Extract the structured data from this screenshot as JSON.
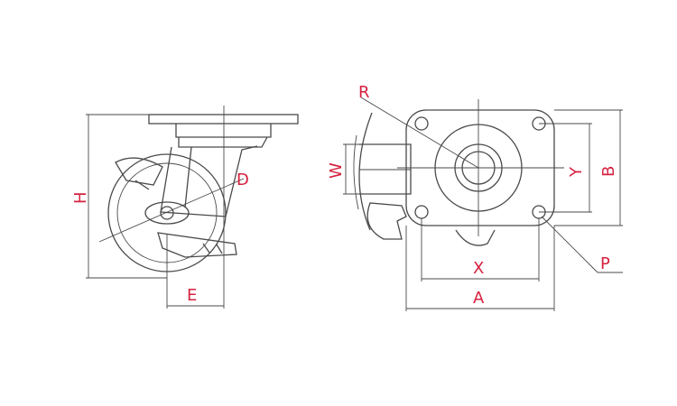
{
  "diagram": {
    "accent": "#d6213f",
    "line_color": "#4a4a4a",
    "side_view": {
      "labels": {
        "height": "H",
        "offset": "E",
        "diameter": "D"
      }
    },
    "top_view": {
      "labels": {
        "radius": "R",
        "width": "W",
        "hole_x": "X",
        "hole_y": "Y",
        "plate_a": "A",
        "plate_b": "B",
        "hole": "P"
      }
    }
  }
}
